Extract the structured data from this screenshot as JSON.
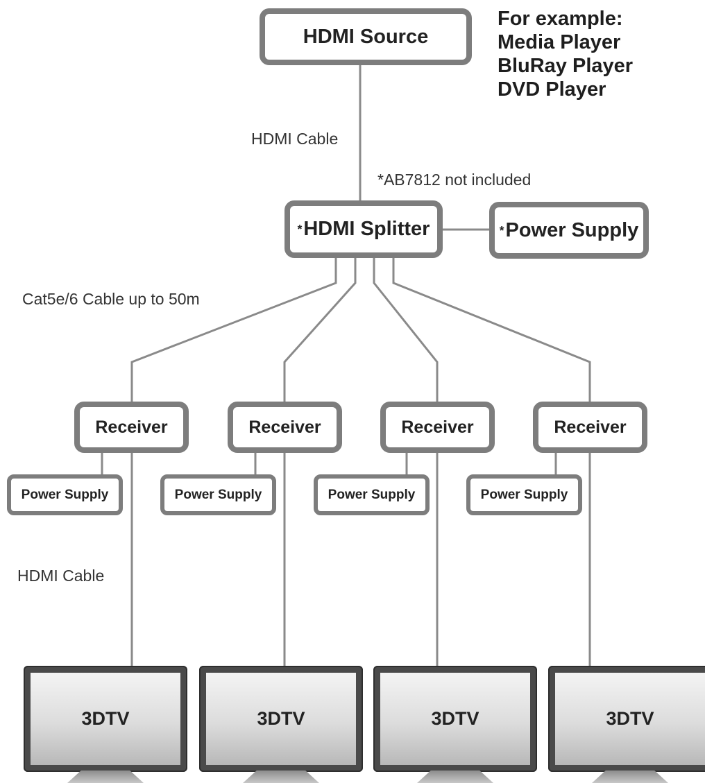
{
  "source": {
    "label": "HDMI Source"
  },
  "example": {
    "lines": [
      "For example:",
      "Media Player",
      "BluRay Player",
      "DVD Player"
    ]
  },
  "cables": {
    "hdmi_top": "HDMI Cable",
    "cat": "Cat5e/6 Cable up to 50m",
    "hdmi_bottom": "HDMI Cable"
  },
  "note": "*AB7812 not included",
  "splitter": {
    "star": "*",
    "label": "HDMI Splitter"
  },
  "main_power": {
    "star": "*",
    "label": "Power Supply"
  },
  "receivers": [
    {
      "label": "Receiver",
      "power": "Power Supply",
      "tv": "3DTV"
    },
    {
      "label": "Receiver",
      "power": "Power Supply",
      "tv": "3DTV"
    },
    {
      "label": "Receiver",
      "power": "Power Supply",
      "tv": "3DTV"
    },
    {
      "label": "Receiver",
      "power": "Power Supply",
      "tv": "3DTV"
    }
  ],
  "colors": {
    "box_border": "#7d7d7d",
    "wire": "#8a8a8a",
    "tv_frame": "#4a4a4a"
  }
}
